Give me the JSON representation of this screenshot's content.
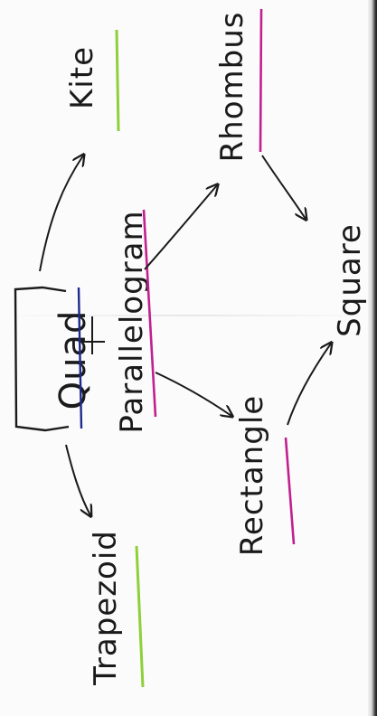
{
  "nodes": {
    "quad": "Quad",
    "kite": "Kite",
    "parallelogram": "Parallelogram",
    "rhombus": "Rhombus",
    "rectangle": "Rectangle",
    "square": "Square",
    "trapezoid": "Trapezoid"
  },
  "colors": {
    "ink": "#1a1a1a",
    "green": "#8ecf3a",
    "magenta": "#c21f8f",
    "navy": "#1f2a8c"
  }
}
